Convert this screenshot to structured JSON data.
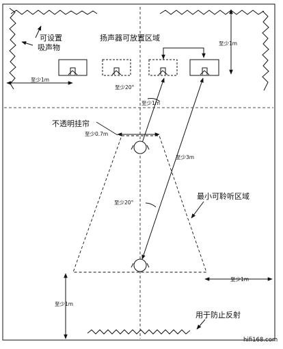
{
  "labels": {
    "absorber": [
      "可设置",
      "吸声物"
    ],
    "speaker_zone": "扬声器可放置区域",
    "curtain": "不透明挂帘",
    "listen_zone": "最小可聆听区域",
    "reflection": "用于防止反射",
    "watermark": "hifi168.com"
  },
  "dims": {
    "top_right": "至少1m",
    "left_wall": "至少1m",
    "angle_top": "至少20°",
    "center_gap": "至少1m",
    "curtain_gap": "至少0.7m",
    "diag": "至少3m",
    "angle_mid": "至少20°",
    "bottom_right": "至少1m",
    "bottom_left": "至少1m"
  },
  "colors": {
    "line": "#111111",
    "background": "#ffffff"
  }
}
